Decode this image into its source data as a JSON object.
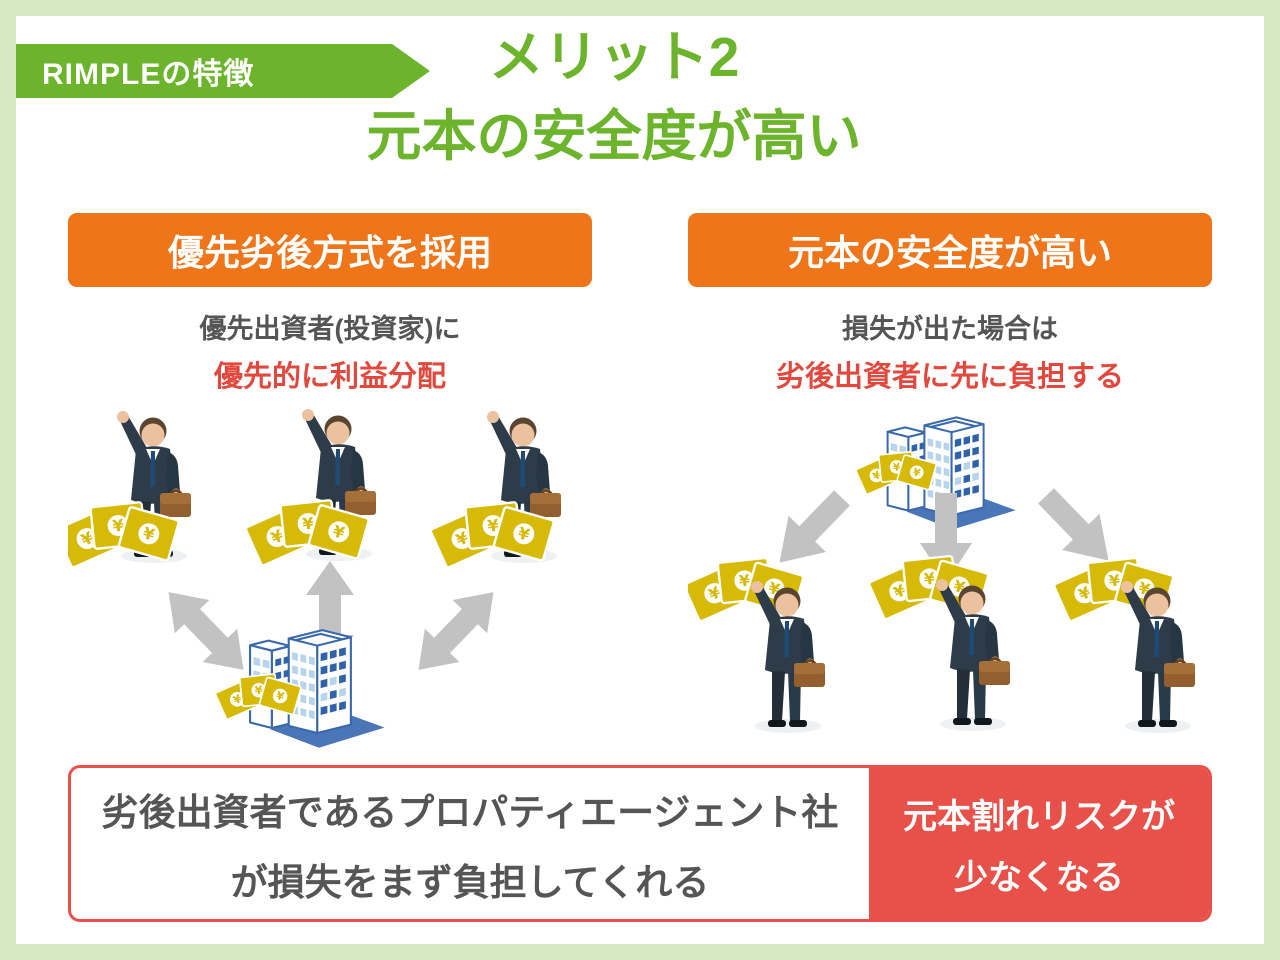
{
  "header": {
    "badge": "RIMPLEの特徴",
    "title_line1": "メリット2",
    "title_line2": "元本の安全度が高い"
  },
  "left_panel": {
    "header": "優先劣後方式を採用",
    "note_line1": "優先出資者(投資家)に",
    "note_line2": "優先的に利益分配"
  },
  "right_panel": {
    "header": "元本の安全度が高い",
    "note_line1": "損失が出た場合は",
    "note_line2": "劣後出資者に先に負担する"
  },
  "banner": {
    "left_line1": "劣後出資者であるプロパティエージェント社",
    "left_line2": "が損失をまず負担してくれる",
    "right_line1": "元本割れリスクが",
    "right_line2": "少なくなる"
  },
  "icons": {
    "businessman": "businessman-icon",
    "money_fan": "money-fan-icon",
    "building": "office-building-icon",
    "double_arrow": "double-arrow-icon",
    "down_arrow": "down-arrow-icon"
  },
  "colors": {
    "frame_green": "#d7e9c3",
    "brand_green": "#6db42d",
    "accent_orange": "#ee7519",
    "alert_red": "#e8514a",
    "alert_red_text": "#e2493e",
    "text_gray": "#555555",
    "arrow_gray": "#c2c2c2",
    "money_yellow": "#d7ba06",
    "building_blue": "#3a68ac"
  }
}
